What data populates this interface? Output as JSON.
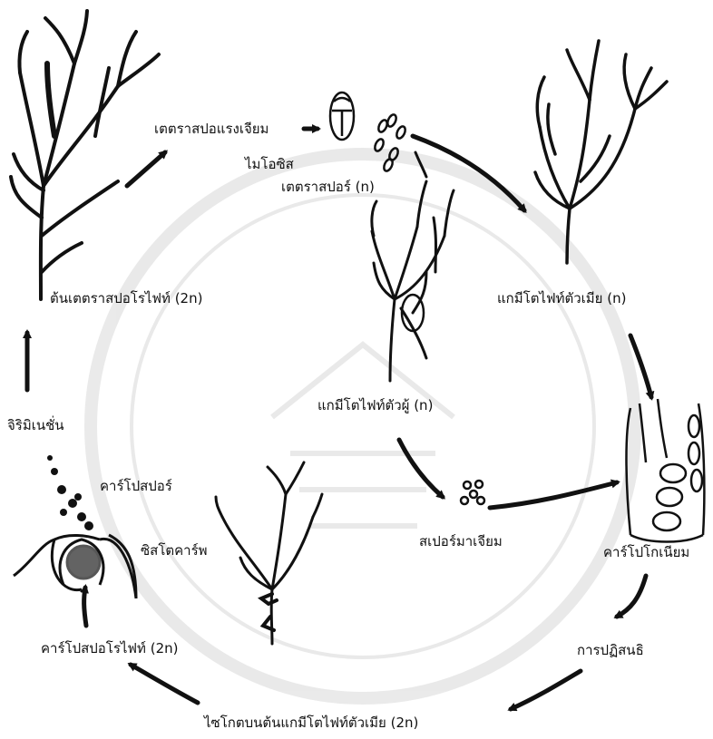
{
  "labels": {
    "tetrasporophyte": "ต้นเตตราสปอโรไฟท์ (2n)",
    "tetrasporangium": "เตตราสปอแรงเจียม",
    "meiosis": "ไมโอซิส",
    "tetraspore": "เตตราสปอร์ (n)",
    "female_gametophyte": "แกมีโตไฟท์ตัวเมีย (n)",
    "male_gametophyte": "แกมีโตไฟท์ตัวผู้ (n)",
    "germination": "จิริมิเนชั่น",
    "carpospore": "คาร์โปสปอร์",
    "cystocarp": "ซิสโตคาร์พ",
    "spermatium": "สเปอร์มาเจียม",
    "carpogonium": "คาร์โปโกเนียม",
    "carposporophyte": "คาร์โปสปอโรไฟท์ (2n)",
    "fertilization": "การปฏิสนธิ",
    "zygote": "ไซโกตบนต้นแกมีโตไฟท์ตัวเมีย (2n)"
  }
}
